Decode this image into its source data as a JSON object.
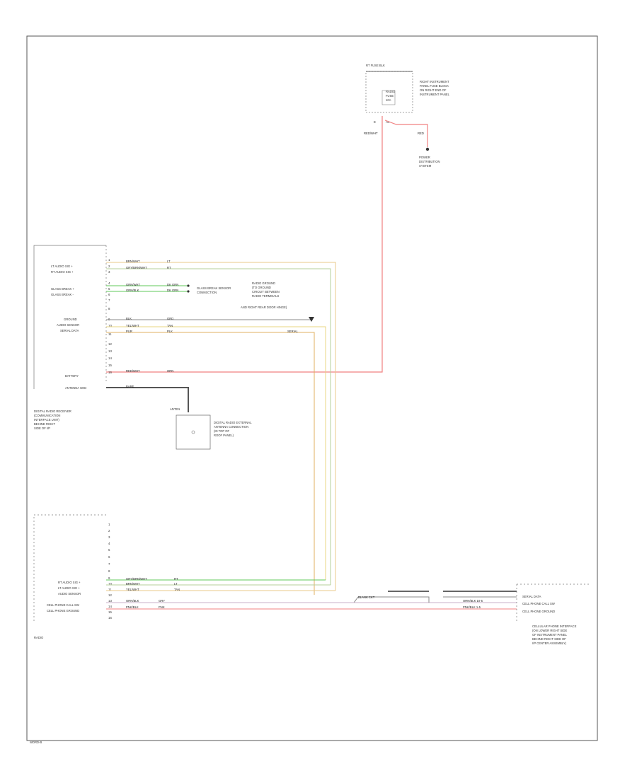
{
  "footer": {
    "figure_code": "WDRD-B"
  },
  "connector": {
    "label": "RT FUSE BLK",
    "pins": {
      "left": "E",
      "right": "A1"
    },
    "wires": {
      "left": "RED/WHT",
      "right": "RED"
    }
  },
  "module": {
    "lines": [
      "RIGHT INSTRUMENT",
      "PANEL FUSE BLOCK",
      "ON RIGHT END OF",
      "INSTRUMENT PANEL"
    ],
    "fuse": [
      "RADIO",
      "FUSE",
      "10A"
    ]
  },
  "power_distribution": {
    "lines": [
      "POWER",
      "DISTRIBUTION",
      "SYSTEM"
    ]
  },
  "radio_module": {
    "left_labels": [
      "LT AUDIO SIG +",
      "RT AUDIO SIG +",
      "GLASS BREAK +",
      "GLASS BREAK -",
      "GROUND",
      "AUDIO SENSOR",
      "SERIAL DATA",
      "BATTERY",
      "ANTENNA GND"
    ],
    "pins": [
      "1",
      "2",
      "3",
      "4",
      "5",
      "6",
      "7",
      "8",
      "9",
      "10",
      "11",
      "12",
      "13",
      "14",
      "15",
      "16"
    ],
    "wires": [
      {
        "color": "BRN/WHT",
        "gauge": "LT"
      },
      {
        "color": "GRY/BRN/WHT",
        "gauge": "RT"
      },
      {
        "color": "GRN/WHT",
        "gauge": "DK GRN"
      },
      {
        "color": "GRN/BLK",
        "gauge": "DK GRN"
      },
      {
        "color": "BLK",
        "gauge": "GRD"
      },
      {
        "color": "YEL/WHT",
        "gauge": "TAN"
      },
      {
        "color": "PUR",
        "gauge": "PLK"
      },
      {
        "color": "RED/WHT",
        "gauge": "ORN"
      }
    ],
    "antenna_wire": "BARE",
    "desc": [
      "DIGITAL RADIO RECEIVER",
      "(COMMUNICATION",
      "INTERFACE UNIT)",
      "BEHIND RIGHT",
      "SIDE OF I/P"
    ],
    "note_lines": [
      "GLASS BREAK SENSOR",
      "CONNECTION"
    ],
    "ground_note": [
      "RADIO GROUND",
      "(TO GROUND",
      "CIRCUIT BETWEEN",
      "RADIO TERMINALS",
      "AND RIGHT REAR DOOR HINGE)"
    ],
    "serial_data_label": "SERIAL"
  },
  "antenna": {
    "label": "ANTEN",
    "lines": [
      "DIGITAL RADIO EXTERNAL",
      "ANTENNA CONNECTION",
      "(IN TOP OF",
      "ROOF PANEL)"
    ]
  },
  "lower_module": {
    "left_labels": [
      "RT AUDIO SIG +",
      "LT AUDIO SIG +",
      "AUDIO SENSOR",
      "CELL PHONE CALL SW",
      "CELL PHONE GROUND"
    ],
    "pins": [
      "1",
      "2",
      "3",
      "4",
      "5",
      "6",
      "7",
      "8",
      "9",
      "10",
      "11",
      "12",
      "13",
      "14",
      "15",
      "16"
    ],
    "wires": [
      {
        "color": "GRY/BRN/WHT",
        "gauge": "RT"
      },
      {
        "color": "BRN/WHT",
        "gauge": "LT"
      },
      {
        "color": "YEL/WHT",
        "gauge": "TAN"
      },
      {
        "color": "ORN/BLK",
        "gauge": "GRY"
      },
      {
        "color": "PNK/BLK",
        "gauge": "PNK"
      }
    ],
    "name": "RADIO"
  },
  "connector_mid": {
    "label": "BLANK CKT"
  },
  "cell_phone": {
    "pin_labels": [
      "SERIAL DATA",
      "CELL PHONE CALL SW",
      "CELL PHONE GROUND"
    ],
    "wires": [
      "ORN/BLK 10-5",
      "PNK/BLK 1-5"
    ],
    "desc": [
      "CELLULAR PHONE INTERFACE",
      "(ON LOWER RIGHT SIDE",
      "OF INSTRUMENT PANEL",
      "BEHIND RIGHT SIDE OF",
      "I/P CENTER ASSEMBLY)"
    ]
  }
}
